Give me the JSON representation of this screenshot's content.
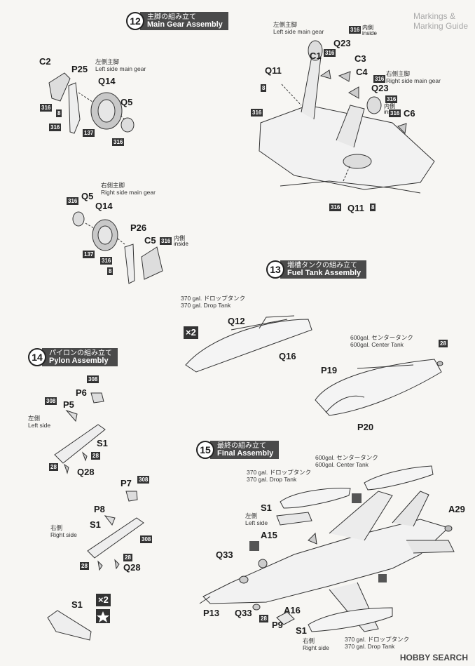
{
  "header_fragment": "Markings & Marking Guide",
  "sections": {
    "s12": {
      "num": "12",
      "jp": "主脚の組み立て",
      "en": "Main Gear Assembly"
    },
    "s13": {
      "num": "13",
      "jp": "増槽タンクの組み立て",
      "en": "Fuel Tank Assembly"
    },
    "s14": {
      "num": "14",
      "jp": "パイロンの組み立て",
      "en": "Pylon Assembly"
    },
    "s15": {
      "num": "15",
      "jp": "最終の組み立て",
      "en": "Final Assembly"
    }
  },
  "notes": {
    "left_main_gear_jp": "左側主脚",
    "left_main_gear_en": "Left side main gear",
    "right_main_gear_jp": "右側主脚",
    "right_main_gear_en": "Right side main gear",
    "inside_jp": "内側",
    "inside_en": "inside",
    "drop_tank_370_jp": "370 gal. ドロップタンク",
    "drop_tank_370_en": "370 gal. Drop Tank",
    "center_tank_600_jp": "600gal. センタータンク",
    "center_tank_600_en": "600gal. Center Tank",
    "left_side_jp": "左側",
    "left_side_en": "Left side",
    "right_side_jp": "右側",
    "right_side_en": "Right side",
    "times2": "×2"
  },
  "parts": {
    "C1": "C1",
    "C2": "C2",
    "C3": "C3",
    "C4": "C4",
    "C5": "C5",
    "C6": "C6",
    "P5": "P5",
    "P6": "P6",
    "P7": "P7",
    "P8": "P8",
    "P9": "P9",
    "P13": "P13",
    "P19": "P19",
    "P20": "P20",
    "P25": "P25",
    "P26": "P26",
    "Q5": "Q5",
    "Q11": "Q11",
    "Q12": "Q12",
    "Q14": "Q14",
    "Q16": "Q16",
    "Q23": "Q23",
    "Q28": "Q28",
    "Q33": "Q33",
    "S1": "S1",
    "A15": "A15",
    "A16": "A16",
    "A29": "A29"
  },
  "codes": {
    "c316": "316",
    "c8": "8",
    "c137": "137",
    "c308": "308",
    "c28": "28"
  },
  "footer": {
    "brand": "HOBBY SEARCH"
  }
}
